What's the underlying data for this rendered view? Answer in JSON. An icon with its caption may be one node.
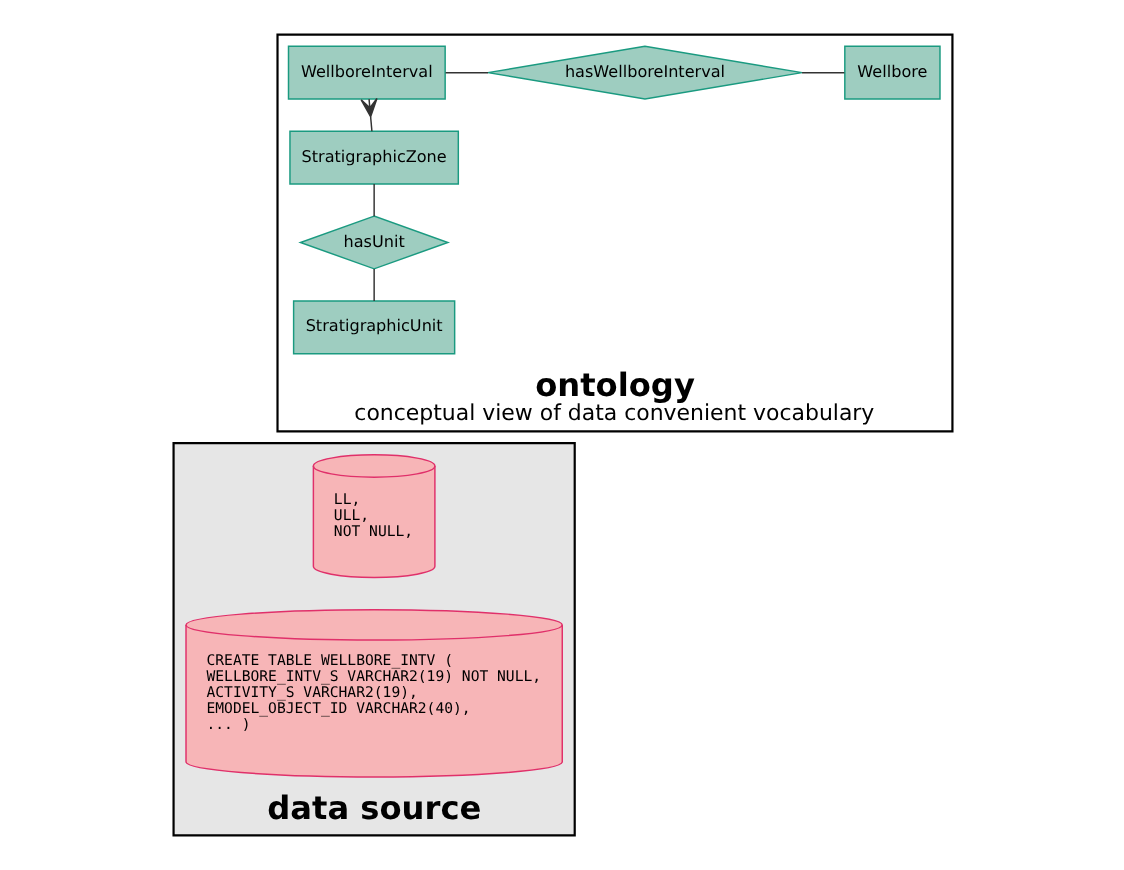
{
  "diagram": {
    "nodes": [
      {
        "text": [
          "ontology",
          "conceptual view of data convenient vocabulary"
        ]
      },
      {
        "text": [
          "WellboreInterval"
        ],
        "in": 0
      },
      {
        "text": [
          "hasWellboreInterval"
        ],
        "in": 0
      },
      {
        "text": [
          "Wellbore"
        ],
        "in": 0
      },
      {
        "text": [
          "StratigraphicZone"
        ],
        "in": 0
      },
      {
        "text": [
          "hasUnit"
        ],
        "in": 0
      },
      {
        "text": [
          "StratigraphicUnit"
        ],
        "in": 0
      },
      {
        "text": [
          "data source"
        ]
      },
      {
        "text": [
          "LL, ULL, NOT NULL,"
        ],
        "in": 7
      },
      {
        "text": [
          "CREATE TABLE WELLBORE_INTV ( WELLBORE_INTV_S VARCHAR2(19) NOT NULL, ACTIVITY_S VARCHAR2(19), EMODEL_OBJECT_ID VARCHAR2(40), ... )"
        ],
        "in": 7
      }
    ],
    "edges": [
      {
        "from": 1,
        "to": 2,
        "arrow": "none"
      },
      {
        "from": 2,
        "to": 3,
        "arrow": "none"
      },
      {
        "from": 1,
        "to": 4,
        "arrow": "other"
      },
      {
        "from": 4,
        "to": 5,
        "arrow": "none"
      },
      {
        "from": 5,
        "to": 6,
        "arrow": "none"
      }
    ]
  }
}
